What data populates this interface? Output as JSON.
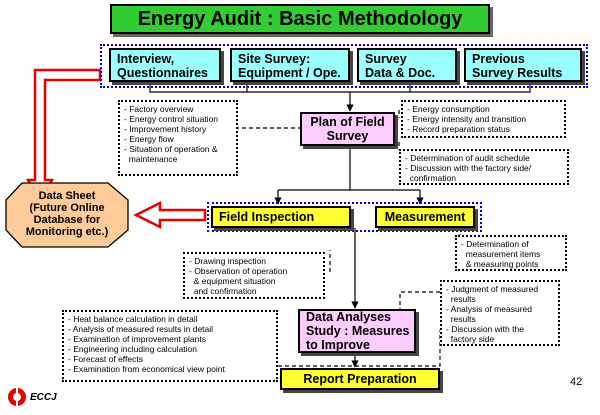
{
  "title": "Energy Audit : Basic Methodology",
  "sources": [
    {
      "line1": "Interview,",
      "line2": "Questionnaires"
    },
    {
      "line1": "Site Survey:",
      "line2": "Equipment / Ope."
    },
    {
      "line1": "Survey",
      "line2": "Data & Doc."
    },
    {
      "line1": "Previous",
      "line2": "Survey Results"
    }
  ],
  "notes": {
    "factory": "- Factory overview\n- Energy control situation\n- Improvement history\n- Energy flow\n- Situation of operation &\n  maintenance",
    "energy": "- Energy consumption\n- Energy intensity and transition\n- Record preparation status",
    "schedule": "- Determination of audit schedule\n- Discussion with the factory side/\n  confirmation",
    "measurement_items": "- Determination of\n  measurement items\n  & measuring points",
    "drawing": "- Drawing inspection\n- Observation of operation\n  & equipment situation\n  and confirmation",
    "judgment": "- Judgment of measured\n  results\n- Analysis of measured\n  results\n- Discussion with the\n  factory side",
    "heat": "- Heat balance calculation in detail\n- Analysis of measured results in detail\n- Examination of improvement plants\n- Engineering including calculation\n- Forecast of effects\n- Examination from economical view point"
  },
  "plan": {
    "line1": "Plan of Field",
    "line2": "Survey"
  },
  "field_inspection": "Field Inspection",
  "measurement": "Measurement",
  "analysis": {
    "line1": "Data Analyses",
    "line2": "Study : Measures",
    "line3": "to Improve"
  },
  "report": "Report Preparation",
  "datasheet": {
    "line1": "Data Sheet",
    "line2": "(Future Online",
    "line3": "Database for",
    "line4": "Monitoring etc.)"
  },
  "page_number": "42",
  "logo": "ECCJ",
  "colors": {
    "title": "#33cc33",
    "cyan": "#99ffff",
    "yellow": "#ffff33",
    "pink": "#ffccff",
    "orange": "#ffcc99",
    "red": "#e60000",
    "blue": "#0000cc"
  }
}
